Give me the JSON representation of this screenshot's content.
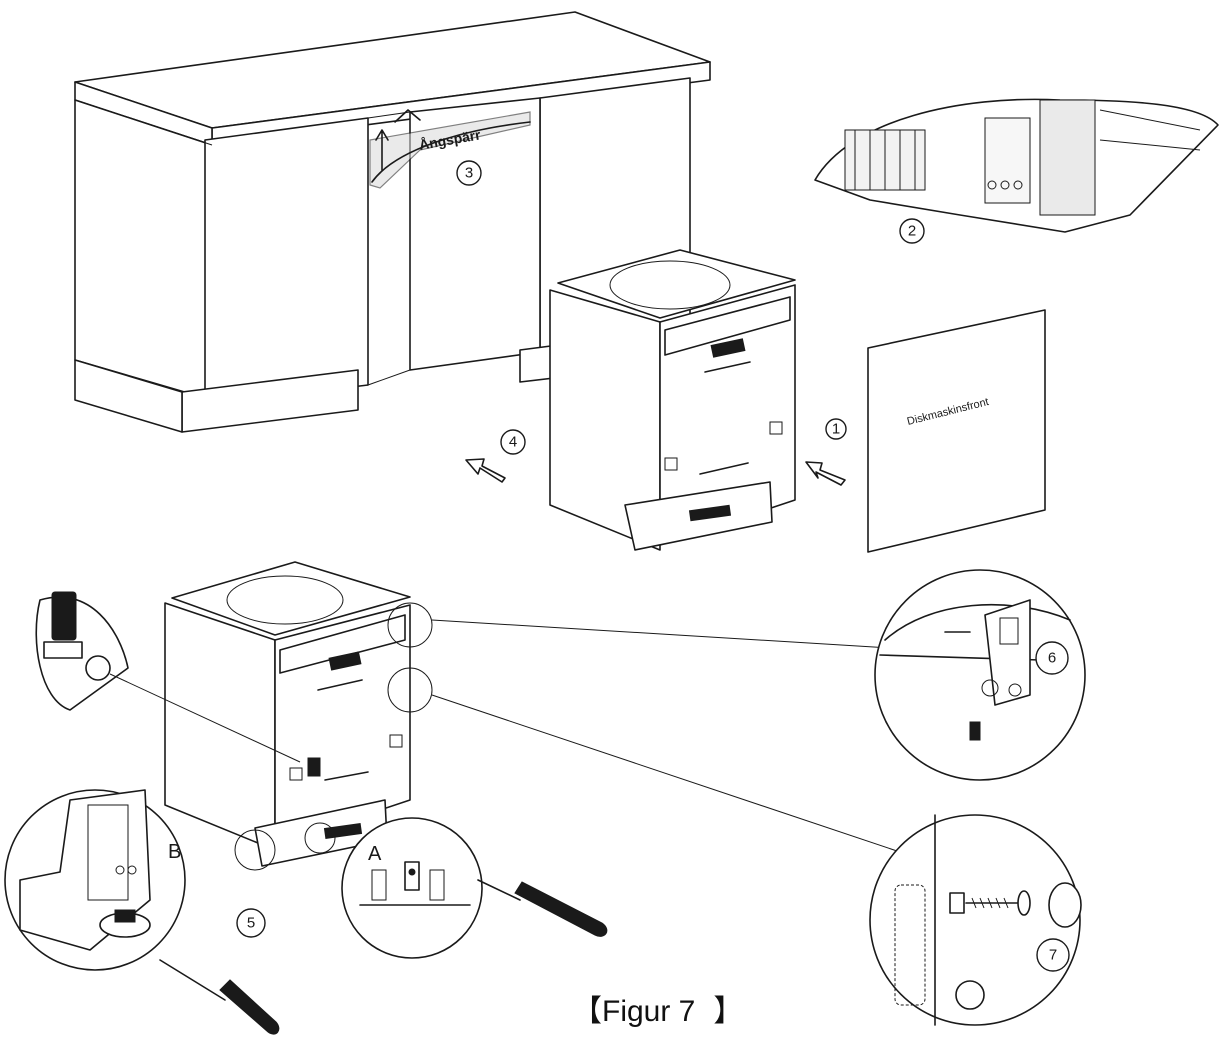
{
  "labels": {
    "steam_barrier": "Ångspärr",
    "dishwasher_front": "Diskmaskinsfront",
    "detail_a": "A",
    "detail_b": "B"
  },
  "steps": {
    "s1": "1",
    "s2": "2",
    "s3": "3",
    "s4": "4",
    "s5": "5",
    "s6": "6",
    "s7": "7"
  },
  "caption": {
    "open": "【",
    "text": "Figur 7",
    "close": "】"
  }
}
